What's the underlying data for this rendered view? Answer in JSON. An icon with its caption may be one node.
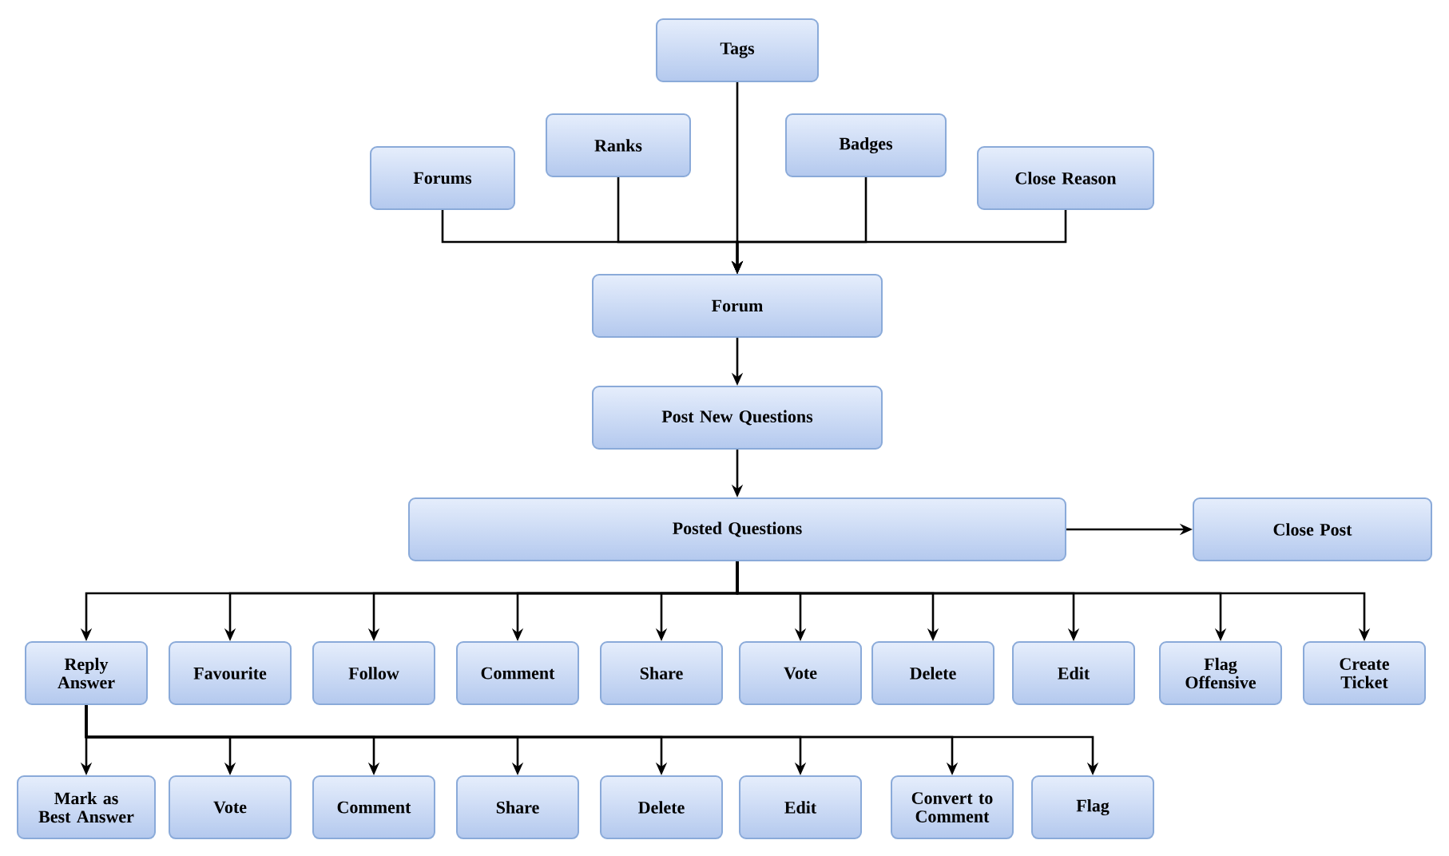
{
  "diagram": {
    "nodes": [
      {
        "text": [
          "Tags"
        ]
      },
      {
        "text": [
          "Forums"
        ]
      },
      {
        "text": [
          "Ranks"
        ]
      },
      {
        "text": [
          "Badges"
        ]
      },
      {
        "text": [
          "Close Reason"
        ]
      },
      {
        "text": [
          "Forum"
        ]
      },
      {
        "text": [
          "Post New Questions"
        ]
      },
      {
        "text": [
          "Posted Questions"
        ]
      },
      {
        "text": [
          "Close Post"
        ]
      },
      {
        "text": [
          "Reply Answer"
        ]
      },
      {
        "text": [
          "Favourite"
        ]
      },
      {
        "text": [
          "Follow"
        ]
      },
      {
        "text": [
          "Comment"
        ]
      },
      {
        "text": [
          "Share"
        ]
      },
      {
        "text": [
          "Vote"
        ]
      },
      {
        "text": [
          "Delete"
        ]
      },
      {
        "text": [
          "Edit"
        ]
      },
      {
        "text": [
          "Flag Offensive"
        ]
      },
      {
        "text": [
          "Create Ticket"
        ]
      },
      {
        "text": [
          "Mark as Best Answer"
        ]
      },
      {
        "text": [
          "Vote"
        ]
      },
      {
        "text": [
          "Comment"
        ]
      },
      {
        "text": [
          "Share"
        ]
      },
      {
        "text": [
          "Delete"
        ]
      },
      {
        "text": [
          "Edit"
        ]
      },
      {
        "text": [
          "Convert to Comment"
        ]
      },
      {
        "text": [
          "Flag"
        ]
      }
    ],
    "edges": [
      {
        "from": 0,
        "to": 5,
        "arrow": "to"
      },
      {
        "from": 1,
        "to": 5,
        "arrow": "to"
      },
      {
        "from": 2,
        "to": 5,
        "arrow": "to"
      },
      {
        "from": 3,
        "to": 5,
        "arrow": "to"
      },
      {
        "from": 4,
        "to": 5,
        "arrow": "to"
      },
      {
        "from": 5,
        "to": 6,
        "arrow": "to"
      },
      {
        "from": 6,
        "to": 7,
        "arrow": "to"
      },
      {
        "from": 7,
        "to": 8,
        "arrow": "to"
      },
      {
        "from": 7,
        "to": 9,
        "arrow": "to"
      },
      {
        "from": 7,
        "to": 10,
        "arrow": "to"
      },
      {
        "from": 7,
        "to": 11,
        "arrow": "to"
      },
      {
        "from": 7,
        "to": 12,
        "arrow": "to"
      },
      {
        "from": 7,
        "to": 13,
        "arrow": "to"
      },
      {
        "from": 7,
        "to": 14,
        "arrow": "to"
      },
      {
        "from": 7,
        "to": 15,
        "arrow": "to"
      },
      {
        "from": 7,
        "to": 16,
        "arrow": "to"
      },
      {
        "from": 7,
        "to": 17,
        "arrow": "to"
      },
      {
        "from": 7,
        "to": 18,
        "arrow": "to"
      },
      {
        "from": 9,
        "to": 19,
        "arrow": "to"
      },
      {
        "from": 9,
        "to": 20,
        "arrow": "to"
      },
      {
        "from": 9,
        "to": 21,
        "arrow": "to"
      },
      {
        "from": 9,
        "to": 22,
        "arrow": "to"
      },
      {
        "from": 9,
        "to": 23,
        "arrow": "to"
      },
      {
        "from": 9,
        "to": 24,
        "arrow": "to"
      },
      {
        "from": 9,
        "to": 25,
        "arrow": "to"
      },
      {
        "from": 9,
        "to": 26,
        "arrow": "to"
      }
    ]
  }
}
